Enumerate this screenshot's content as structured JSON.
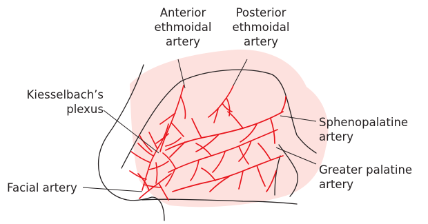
{
  "colors": {
    "mucosa": "#fde1de",
    "vessel": "#e8141b",
    "outline": "#231f20",
    "text": "#231f20"
  },
  "labels": {
    "anterior_ethmoidal": [
      "Anterior",
      "ethmoidal",
      "artery"
    ],
    "posterior_ethmoidal": [
      "Posterior",
      "ethmoidal",
      "artery"
    ],
    "kiesselbach": [
      "Kiesselbach’s",
      "plexus"
    ],
    "sphenopalatine": [
      "Sphenopalatine",
      "artery"
    ],
    "greater_palatine": [
      "Greater palatine",
      "artery"
    ],
    "facial": "Facial artery"
  }
}
